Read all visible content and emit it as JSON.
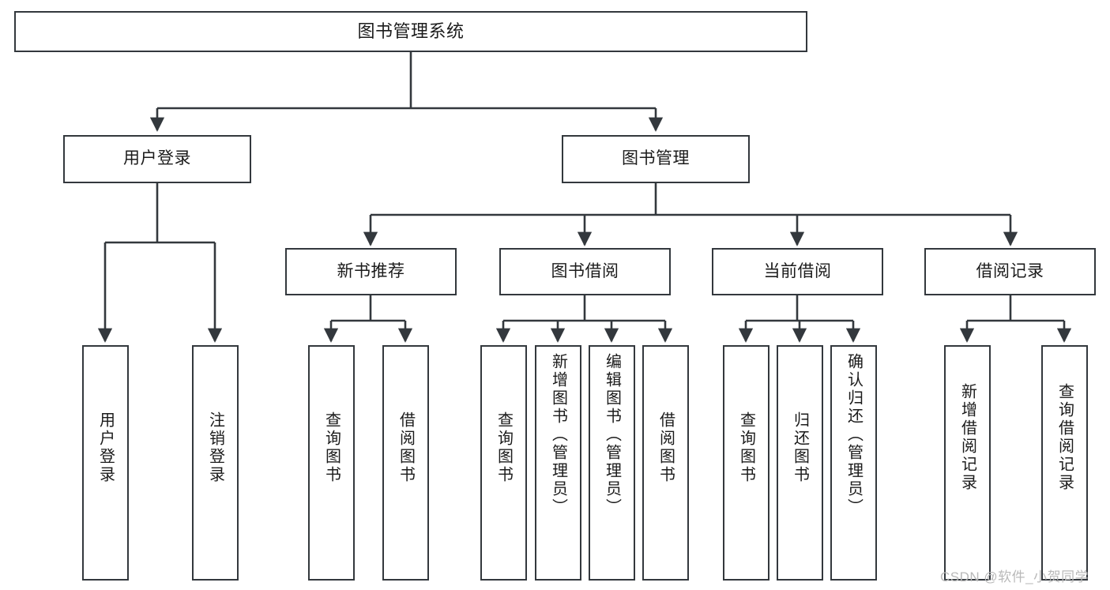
{
  "diagram": {
    "type": "tree-hierarchy-chart",
    "title": "图书管理系统",
    "root": {
      "id": "root",
      "label": "图书管理系统"
    },
    "level2": [
      {
        "id": "user-login",
        "label": "用户登录"
      },
      {
        "id": "book-manage",
        "label": "图书管理"
      }
    ],
    "level3": [
      {
        "id": "new-book-recommend",
        "label": "新书推荐",
        "parent": "book-manage"
      },
      {
        "id": "book-borrow",
        "label": "图书借阅",
        "parent": "book-manage"
      },
      {
        "id": "current-borrow",
        "label": "当前借阅",
        "parent": "book-manage"
      },
      {
        "id": "borrow-record",
        "label": "借阅记录",
        "parent": "book-manage"
      }
    ],
    "leaves": [
      {
        "id": "leaf-user-login",
        "label": "用户登录",
        "parent": "user-login"
      },
      {
        "id": "leaf-logout-login",
        "label": "注销登录",
        "parent": "user-login"
      },
      {
        "id": "leaf-query-book-1",
        "label": "查询图书",
        "parent": "new-book-recommend"
      },
      {
        "id": "leaf-borrow-book-1",
        "label": "借阅图书",
        "parent": "new-book-recommend"
      },
      {
        "id": "leaf-query-book-2",
        "label": "查询图书",
        "parent": "book-borrow"
      },
      {
        "id": "leaf-add-book",
        "label": "新增图书（管理员）",
        "parent": "book-borrow"
      },
      {
        "id": "leaf-edit-book",
        "label": "编辑图书（管理员）",
        "parent": "book-borrow"
      },
      {
        "id": "leaf-borrow-book-2",
        "label": "借阅图书",
        "parent": "book-borrow"
      },
      {
        "id": "leaf-query-book-3",
        "label": "查询图书",
        "parent": "current-borrow"
      },
      {
        "id": "leaf-return-book",
        "label": "归还图书",
        "parent": "current-borrow"
      },
      {
        "id": "leaf-confirm-return",
        "label": "确认归还（管理员）",
        "parent": "current-borrow"
      },
      {
        "id": "leaf-add-record",
        "label": "新增借阅记录",
        "parent": "borrow-record"
      },
      {
        "id": "leaf-query-record",
        "label": "查询借阅记录",
        "parent": "borrow-record"
      }
    ],
    "watermark": "CSDN @软件_小贺同学",
    "colors": {
      "stroke": "#33383d",
      "background": "#ffffff",
      "text": "#1b1b1b",
      "watermark": "#b9b9b9"
    }
  }
}
